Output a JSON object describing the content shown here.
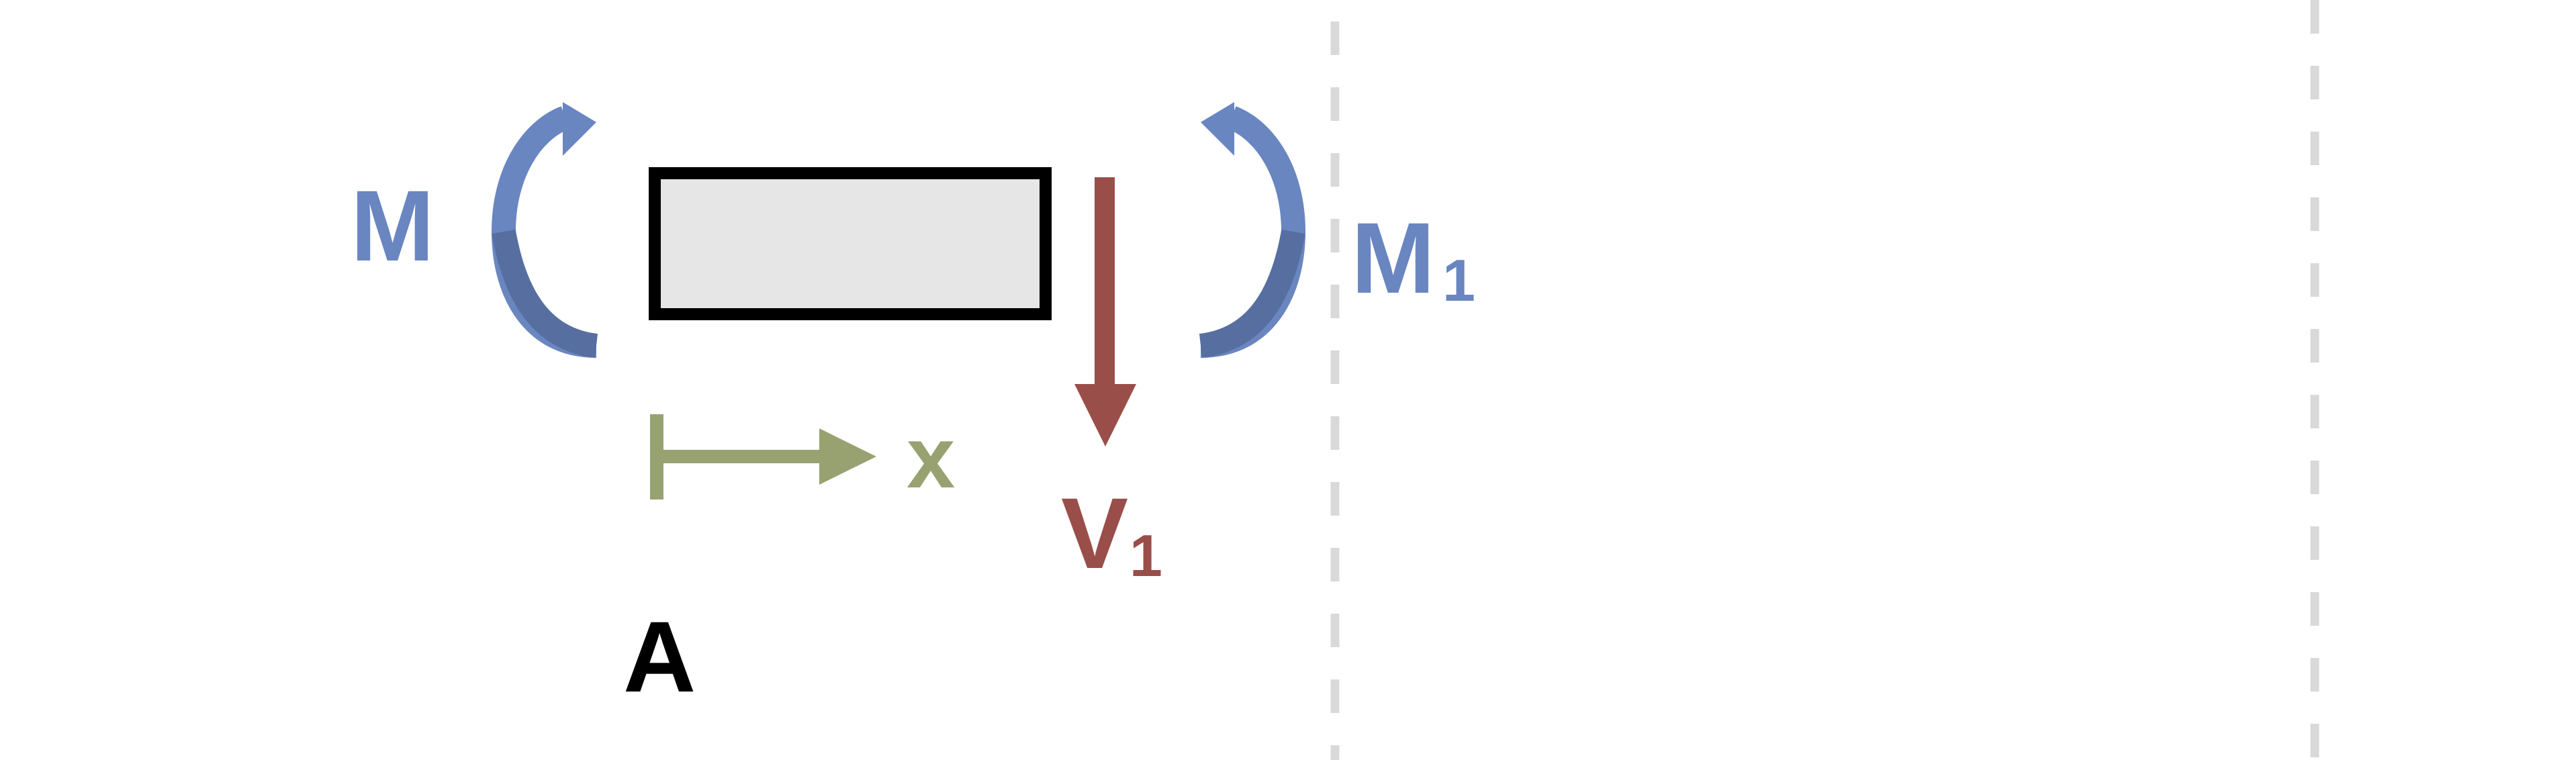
{
  "labels": {
    "moment_left": "M",
    "moment_right_main": "M",
    "moment_right_sub": "1",
    "axis": "x",
    "shear_main": "V",
    "shear_sub": "1",
    "point": "A"
  },
  "colors": {
    "moment": "#6a86c0",
    "moment_dark": "#576ea0",
    "shear": "#9a4e49",
    "axis": "#98a271",
    "beam_fill": "#e6e6e6",
    "beam_stroke": "#000000",
    "dashed": "#d9d9d9",
    "text_dark": "#000000"
  }
}
